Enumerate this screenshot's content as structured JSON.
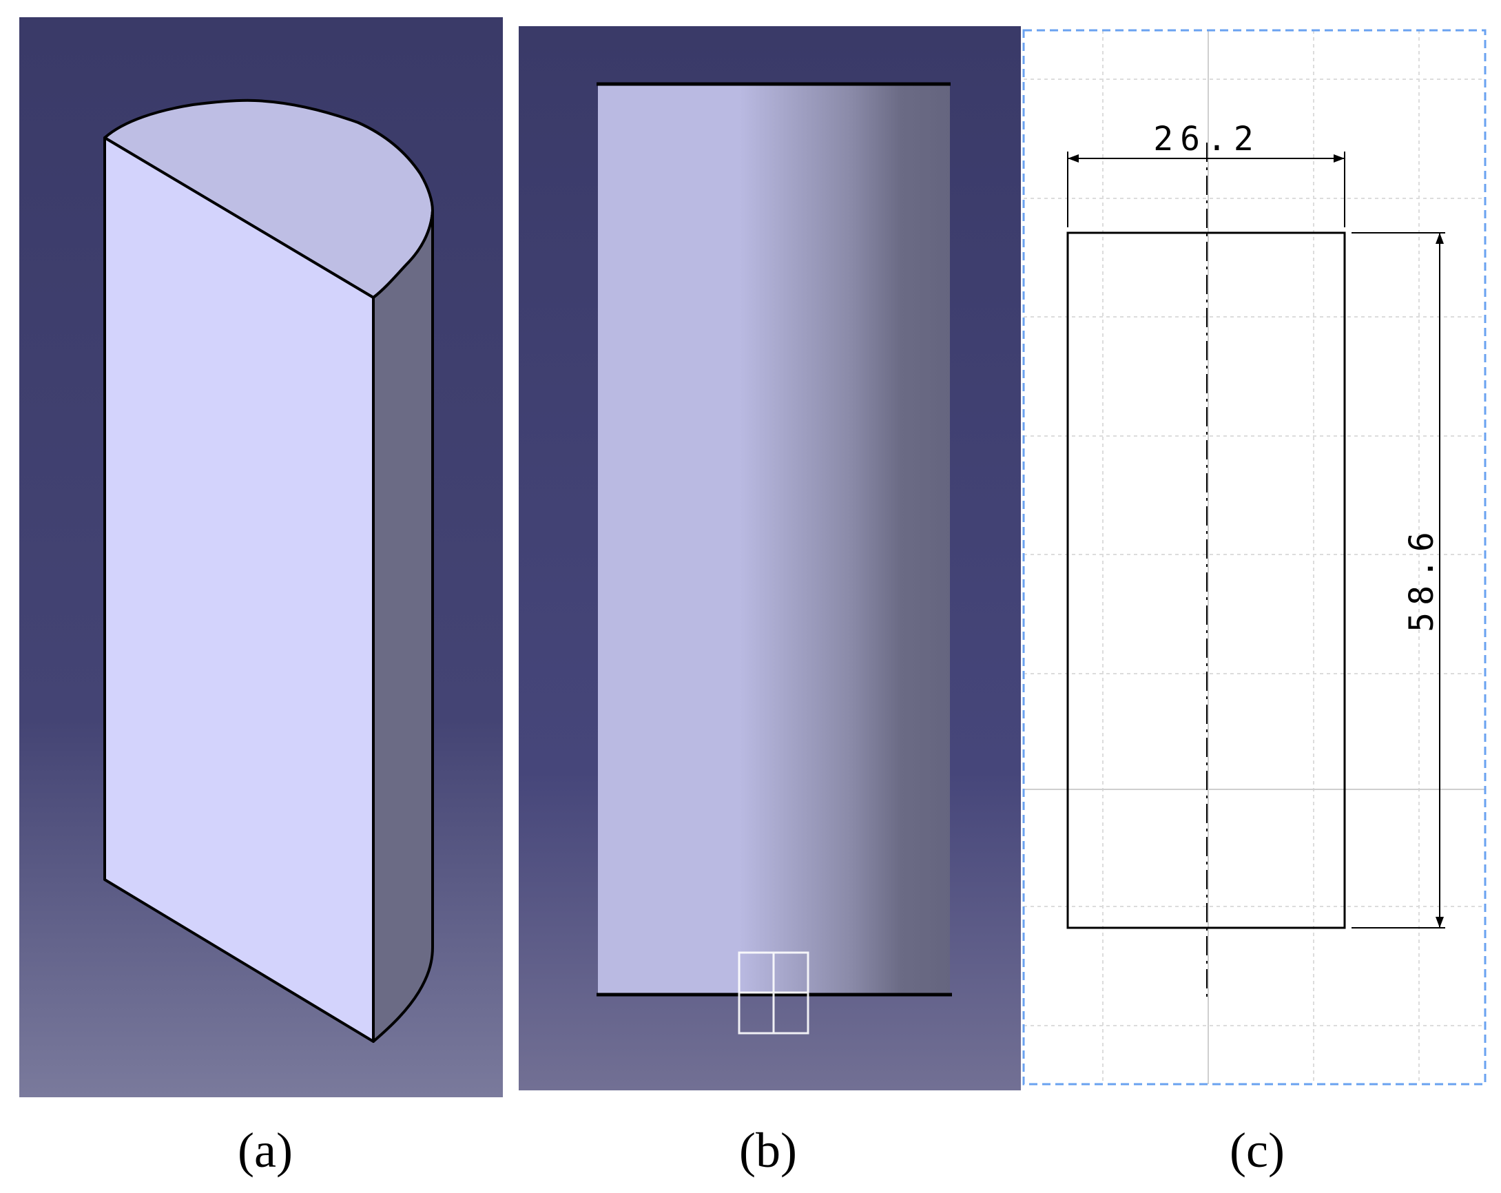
{
  "figure": {
    "panels": [
      {
        "id": "a",
        "label": "(a)",
        "view": "isometric",
        "background_top": "#3a3a68",
        "background_bottom": "#7a7a9c"
      },
      {
        "id": "b",
        "label": "(b)",
        "view": "front",
        "background_top": "#3a3a68",
        "background_bottom": "#727094"
      },
      {
        "id": "c",
        "label": "(c)",
        "view": "drawing"
      }
    ],
    "dimensions": {
      "width_label": "26.2",
      "height_label": "58.6"
    },
    "colors": {
      "face_light": "#d3d3fc",
      "face_top": "#bebee4",
      "face_side": "#6b6b85",
      "drawing_border": "#6aa2f0",
      "grid": "#dcdcdc"
    }
  }
}
